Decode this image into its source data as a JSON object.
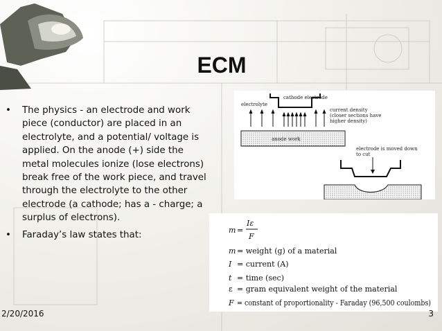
{
  "slide": {
    "title": "ECM",
    "bullets": [
      "The physics - an electrode and work piece (conductor) are placed in an electrolyte, and a potential/ voltage is applied. On the anode (+) side the metal molecules ionize (lose electrons) break free of the work piece, and travel through the electrolyte to the other electrode (a cathode; has a - charge; a surplus of electrons).",
      "Faraday’s law states that:"
    ],
    "bullet_symbol": "•",
    "footer": {
      "date": "2/20/2016",
      "page": "3"
    }
  },
  "diagram": {
    "labels": {
      "electrolyte": "electrolyte",
      "cathode": "cathode electrode",
      "current1": "current density",
      "current2": "(closer sections have",
      "current3": "higher density)",
      "anode": "anode work",
      "moved1": "electrode is moved down",
      "moved2": "to cut"
    }
  },
  "formula": {
    "m_sym": "m",
    "eq": "=",
    "numerator": "Iε",
    "denominator": "F",
    "defs": [
      {
        "sym": "m",
        "text": "= weight (g) of a material"
      },
      {
        "sym": "I",
        "text": "= current (A)"
      },
      {
        "sym": "t",
        "text": "= time (sec)"
      },
      {
        "sym": "ε",
        "text": "= gram equivalent weight of the material"
      },
      {
        "sym": "F",
        "text": "= constant of proportionality - Faraday (96,500 coulombs)"
      }
    ]
  }
}
